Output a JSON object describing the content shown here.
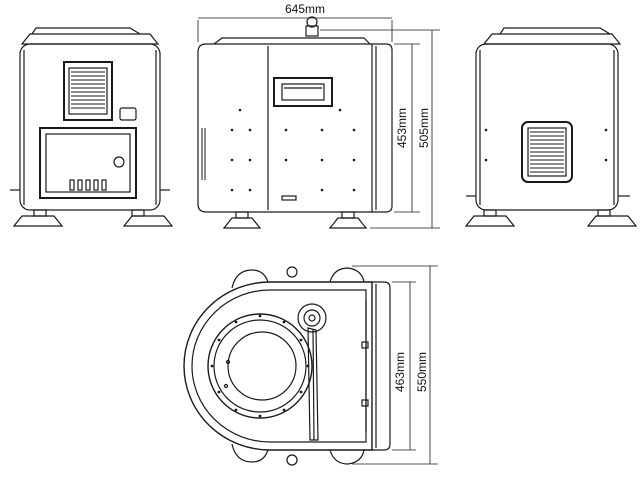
{
  "dimensions": {
    "width_top": "645mm",
    "height_body": "453mm",
    "height_total": "505mm",
    "depth_body": "463mm",
    "depth_total": "550mm"
  },
  "colors": {
    "line": "#1a1a1a",
    "background": "#ffffff"
  }
}
